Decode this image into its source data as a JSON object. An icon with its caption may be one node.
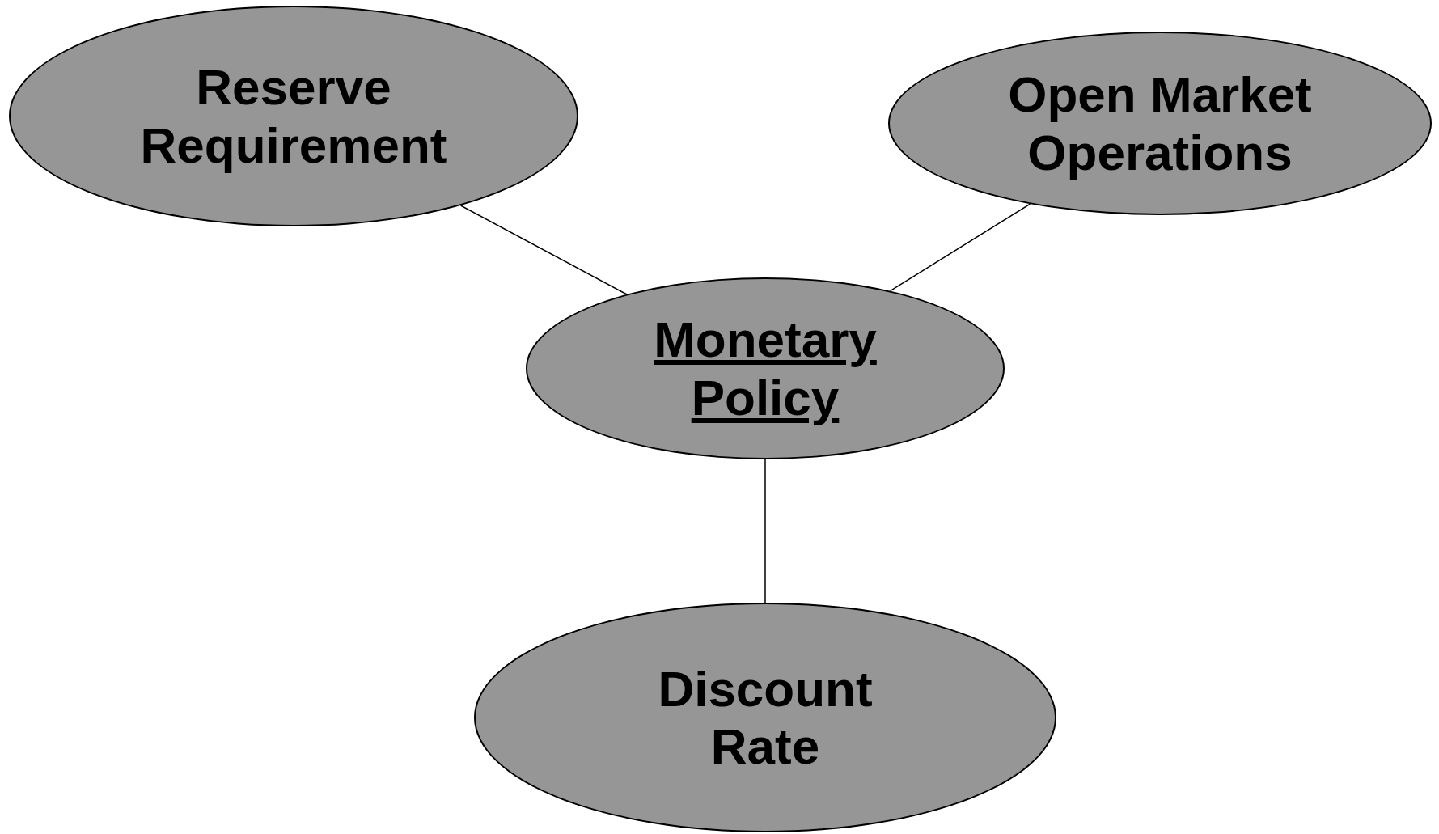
{
  "diagram": {
    "nodes": [
      {
        "text": [
          "Reserve Requirement"
        ]
      },
      {
        "text": [
          "Open Market Operations"
        ]
      },
      {
        "text": [
          "Monetary Policy"
        ]
      },
      {
        "text": [
          "Discount Rate"
        ]
      }
    ],
    "edges": [
      {
        "from": 2,
        "to": 0,
        "arrow": "none"
      },
      {
        "from": 2,
        "to": 1,
        "arrow": "none"
      },
      {
        "from": 2,
        "to": 3,
        "arrow": "none"
      }
    ]
  }
}
